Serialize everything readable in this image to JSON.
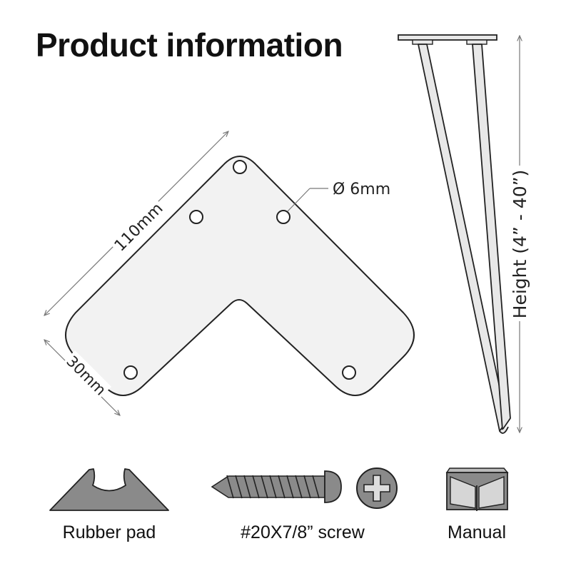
{
  "header": {
    "title": "Product information"
  },
  "plate": {
    "length_label": "110mm",
    "width_label": "30mm",
    "hole_label": "Ø 6mm"
  },
  "leg": {
    "height_label": "Height (4” - 40”)"
  },
  "accessories": {
    "rubber_pad": "Rubber pad",
    "screw": "#20X7/8” screw",
    "manual": "Manual"
  },
  "colors": {
    "line": "#222222",
    "plate_fill": "#f2f2f2",
    "leg_fill": "#e8e8e8",
    "dimension": "#777777",
    "accessory_fill": "#8a8a8a",
    "text": "#111111"
  }
}
